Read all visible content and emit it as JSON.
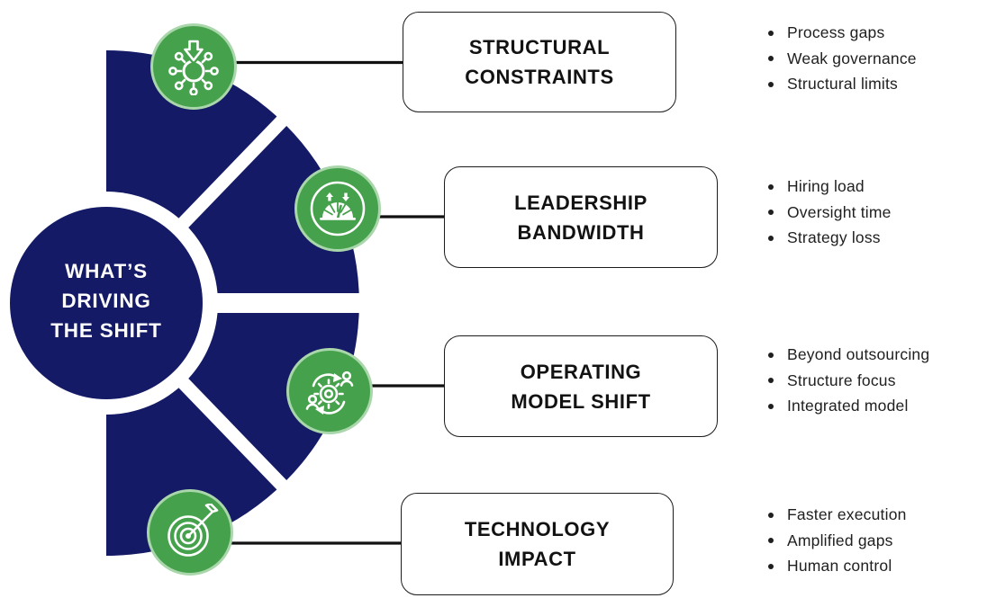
{
  "colors": {
    "navy": "#141a66",
    "green": "#46a14c",
    "green_light": "#a9d6aa",
    "line": "#111111",
    "text": "#1f1f1f"
  },
  "center": {
    "lines": [
      "WHAT’S",
      "DRIVING",
      "THE SHIFT"
    ]
  },
  "items": [
    {
      "icon": "hub-arrow-icon",
      "title_lines": [
        "STRUCTURAL",
        "CONSTRAINTS"
      ],
      "bullets": [
        "Process gaps",
        "Weak governance",
        "Structural limits"
      ]
    },
    {
      "icon": "gauge-icon",
      "title_lines": [
        "LEADERSHIP",
        "BANDWIDTH"
      ],
      "bullets": [
        "Hiring load",
        "Oversight time",
        "Strategy loss"
      ]
    },
    {
      "icon": "process-people-icon",
      "title_lines": [
        "OPERATING",
        "MODEL SHIFT"
      ],
      "bullets": [
        "Beyond outsourcing",
        "Structure focus",
        "Integrated model"
      ]
    },
    {
      "icon": "target-arrow-icon",
      "title_lines": [
        "TECHNOLOGY",
        "IMPACT"
      ],
      "bullets": [
        "Faster execution",
        "Amplified gaps",
        "Human control"
      ]
    }
  ]
}
